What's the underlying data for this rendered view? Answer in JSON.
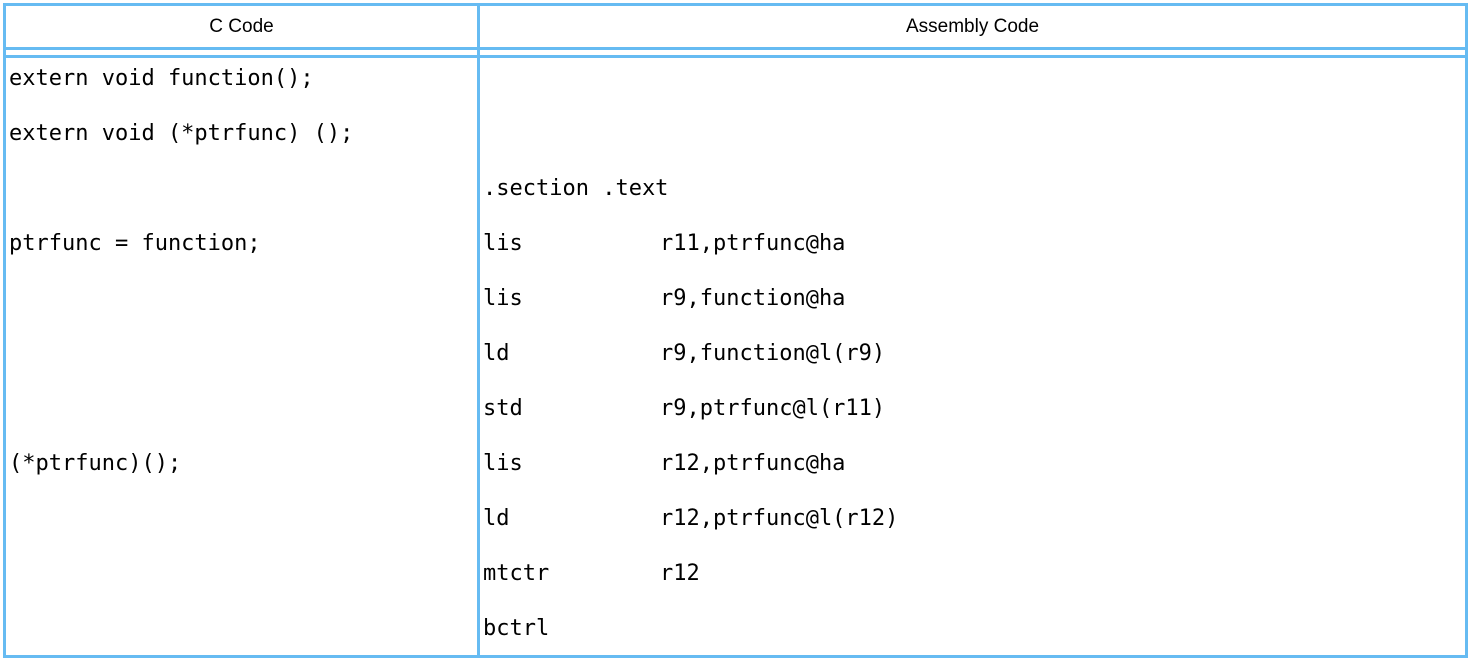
{
  "table": {
    "border_color": "#66BBF2",
    "text_color": "#000000",
    "headers": {
      "c": "C Code",
      "assembly": "Assembly Code"
    },
    "rows": [
      {
        "c": "extern void function();",
        "asm_mn": "",
        "asm_op": ""
      },
      {
        "c": "extern void (*ptrfunc) ();",
        "asm_mn": "",
        "asm_op": ""
      },
      {
        "c": "",
        "asm_mn": ".section .text",
        "asm_op": ""
      },
      {
        "c": "ptrfunc = function;",
        "asm_mn": "lis",
        "asm_op": "r11,ptrfunc@ha"
      },
      {
        "c": "",
        "asm_mn": "lis",
        "asm_op": "r9,function@ha"
      },
      {
        "c": "",
        "asm_mn": "ld",
        "asm_op": "r9,function@l(r9)"
      },
      {
        "c": "",
        "asm_mn": "std",
        "asm_op": "r9,ptrfunc@l(r11)"
      },
      {
        "c": "(*ptrfunc)();",
        "asm_mn": "lis",
        "asm_op": "r12,ptrfunc@ha"
      },
      {
        "c": "",
        "asm_mn": "ld",
        "asm_op": "r12,ptrfunc@l(r12)"
      },
      {
        "c": "",
        "asm_mn": "mtctr",
        "asm_op": "r12"
      },
      {
        "c": "",
        "asm_mn": "bctrl",
        "asm_op": ""
      }
    ]
  }
}
